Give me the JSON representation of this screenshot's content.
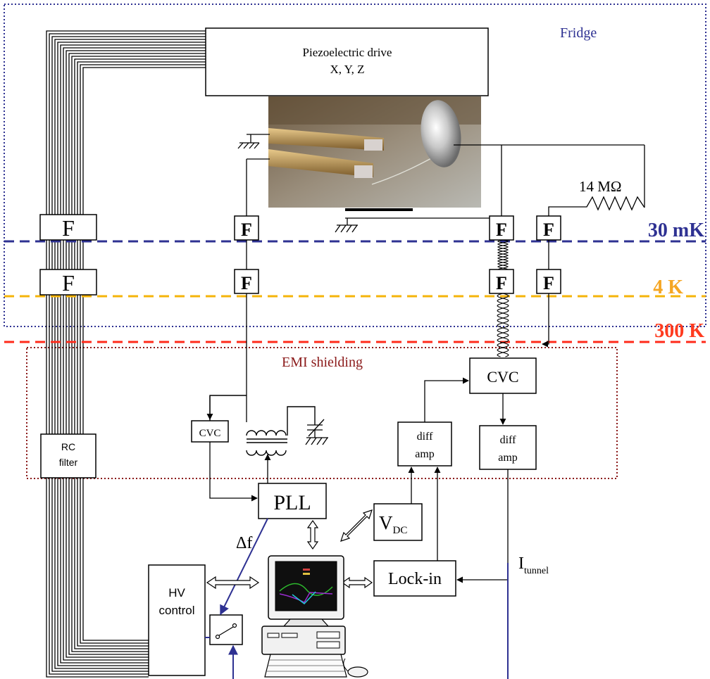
{
  "regions": {
    "fridge": "Fridge",
    "emi": "EMI shielding"
  },
  "temperatures": [
    {
      "label": "30 mK",
      "color": "#2e3192"
    },
    {
      "label": "4 K",
      "color": "#f5a623"
    },
    {
      "label": "300 K",
      "color": "#ff3b1f"
    }
  ],
  "blocks": {
    "piezo_line1": "Piezoelectric drive",
    "piezo_line2": "X, Y, Z",
    "filter": "F",
    "rc_line1": "RC",
    "rc_line2": "filter",
    "hv_line1": "HV",
    "hv_line2": "control",
    "cvc": "CVC",
    "diff_line1": "diff",
    "diff_line2": "amp",
    "pll": "PLL",
    "vdc_main": "V",
    "vdc_sub": "DC",
    "lockin": "Lock-in"
  },
  "labels": {
    "resistor": "14 MΩ",
    "delta_f": "Δf",
    "tunnel_main": "I",
    "tunnel_sub": "tunnel"
  },
  "colors": {
    "signal_blue": "#2e3192",
    "fridge_border": "#2e3192",
    "emi_border": "#8b1a1a",
    "emi_text": "#8b1a1a"
  }
}
